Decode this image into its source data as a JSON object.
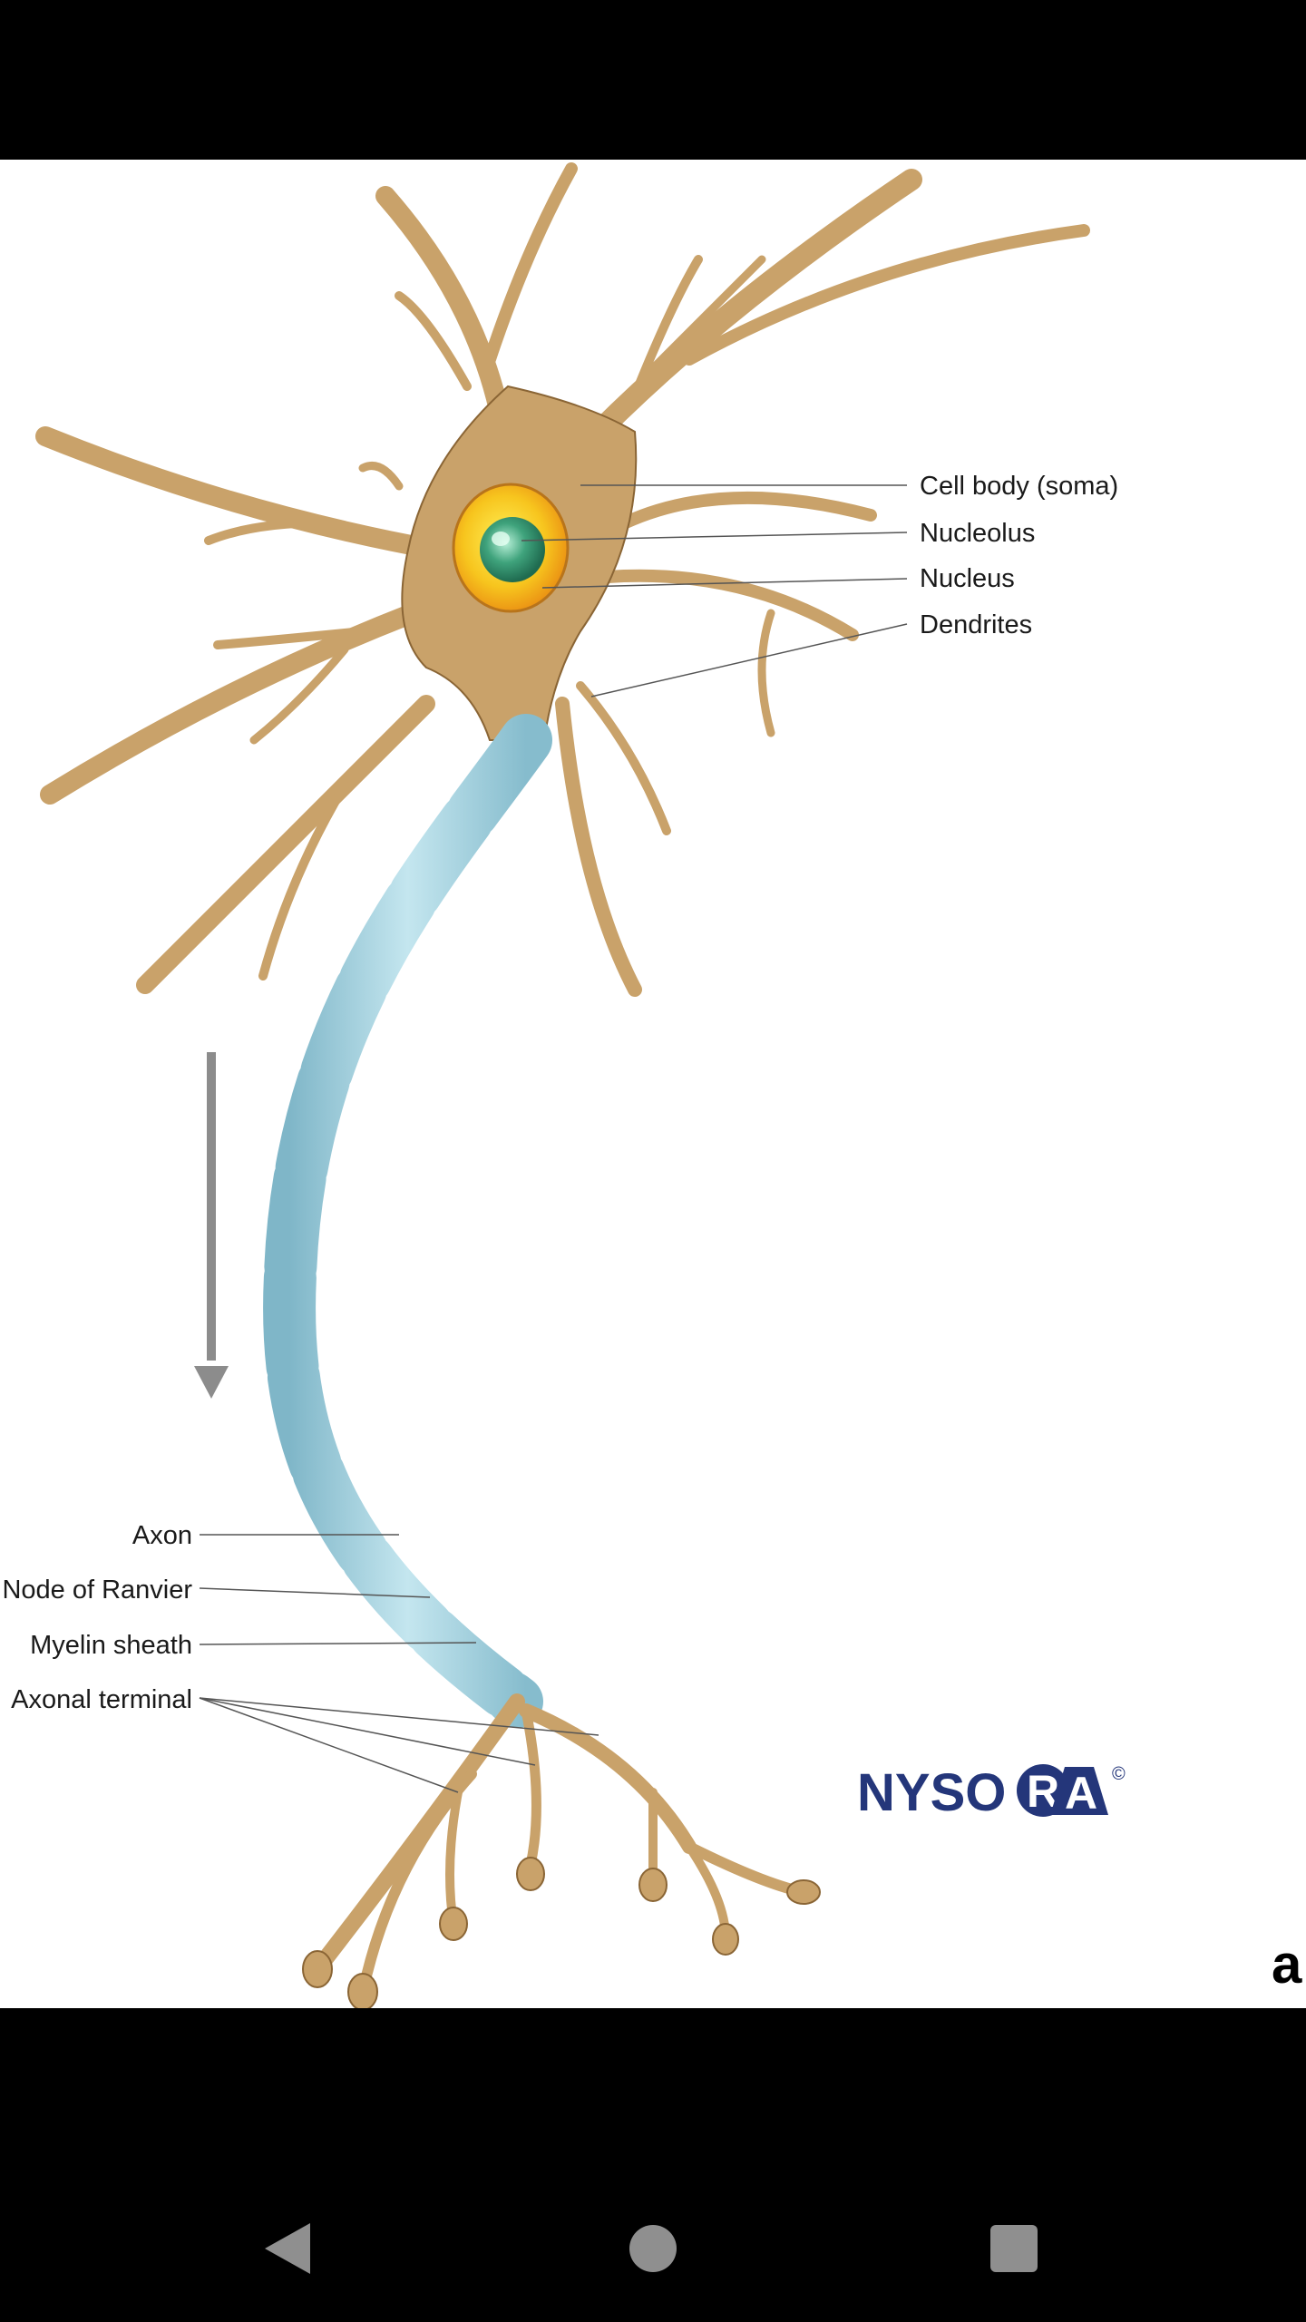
{
  "figure": {
    "labels": {
      "cell_body": "Cell body (soma)",
      "nucleolus": "Nucleolus",
      "nucleus": "Nucleus",
      "dendrites": "Dendrites",
      "axon": "Axon",
      "node_of_ranvier": "Node of Ranvier",
      "myelin_sheath": "Myelin sheath",
      "axonal_terminal": "Axonal terminal"
    },
    "logo": {
      "prefix": "NYSO",
      "badge_r": "R",
      "badge_a": "A",
      "copyright": "©"
    },
    "panel_letter": "a",
    "colors": {
      "neuron": "#c9a26a",
      "neuron_edge": "#8a6535",
      "myelin": "#a9d3e0",
      "nucleus": "#f2b51c",
      "nucleolus": "#2f8f6a",
      "arrow": "#8c8c8c",
      "logo": "#24367a"
    }
  },
  "navigation": {
    "back_icon": "back-triangle-icon",
    "home_icon": "home-circle-icon",
    "recents_icon": "recents-square-icon"
  }
}
